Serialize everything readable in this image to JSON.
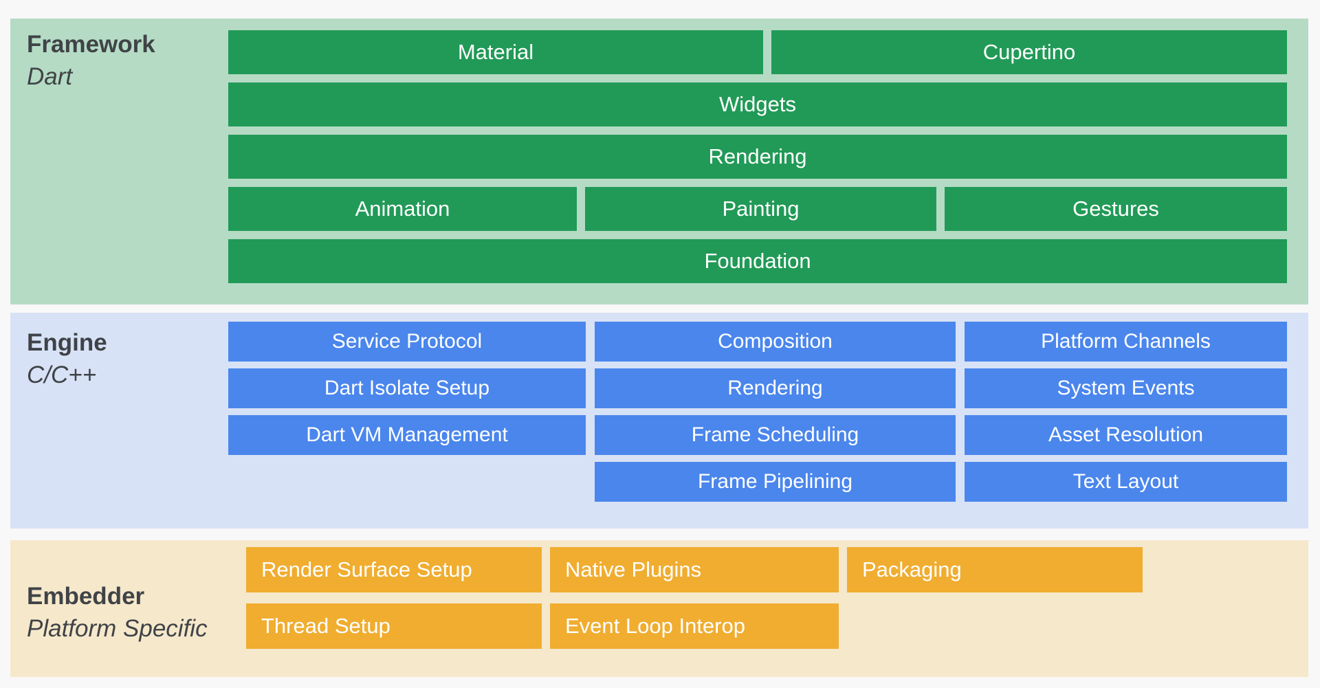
{
  "colors": {
    "page-bg": "#f8f8f8",
    "label-text": "#3f4347",
    "panel-framework": "#b5dbc5",
    "bar-framework": "#219a57",
    "panel-engine": "#d8e2f6",
    "bar-engine": "#4a86ec",
    "panel-embedder": "#f6e8cb",
    "bar-embedder": "#f0ad30",
    "bar-text": "#ffffff"
  },
  "framework": {
    "title": "Framework",
    "subtitle": "Dart",
    "rows": [
      {
        "bars": [
          "Material",
          "Cupertino"
        ]
      },
      {
        "bars": [
          "Widgets"
        ]
      },
      {
        "bars": [
          "Rendering"
        ]
      },
      {
        "bars": [
          "Animation",
          "Painting",
          "Gestures"
        ]
      },
      {
        "bars": [
          "Foundation"
        ]
      }
    ]
  },
  "engine": {
    "title": "Engine",
    "subtitle": "C/C++",
    "columns": [
      {
        "bars": [
          "Service Protocol",
          "Dart Isolate Setup",
          "Dart VM Management"
        ]
      },
      {
        "bars": [
          "Composition",
          "Rendering",
          "Frame Scheduling",
          "Frame Pipelining"
        ]
      },
      {
        "bars": [
          "Platform Channels",
          "System Events",
          "Asset Resolution",
          "Text Layout"
        ]
      }
    ]
  },
  "embedder": {
    "title": "Embedder",
    "subtitle": "Platform Specific",
    "rows": [
      {
        "bars": [
          "Render Surface Setup",
          "Native Plugins",
          "Packaging"
        ]
      },
      {
        "bars": [
          "Thread Setup",
          "Event Loop Interop"
        ]
      }
    ]
  }
}
